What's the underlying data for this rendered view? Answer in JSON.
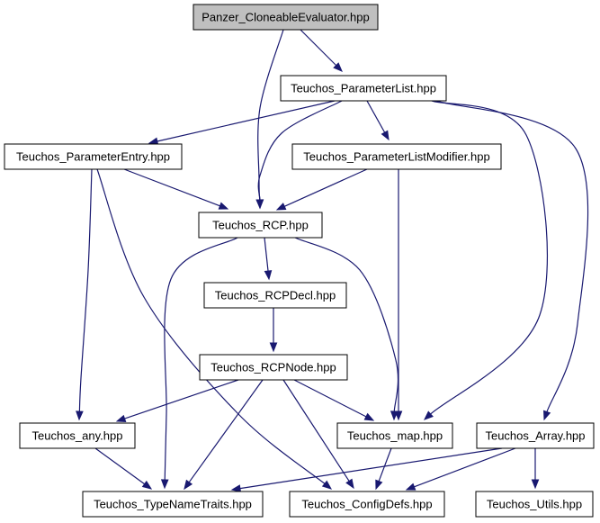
{
  "graph": {
    "edge_color": "#191970",
    "root_fill": "#bfbfbf",
    "node_fill": "#ffffff",
    "nodes": [
      {
        "id": "root",
        "label": "Panzer_CloneableEvaluator.hpp"
      },
      {
        "id": "parameterlist",
        "label": "Teuchos_ParameterList.hpp"
      },
      {
        "id": "parameterentry",
        "label": "Teuchos_ParameterEntry.hpp"
      },
      {
        "id": "parameterlistmodifier",
        "label": "Teuchos_ParameterListModifier.hpp"
      },
      {
        "id": "rcp",
        "label": "Teuchos_RCP.hpp"
      },
      {
        "id": "rcpdecl",
        "label": "Teuchos_RCPDecl.hpp"
      },
      {
        "id": "rcpnode",
        "label": "Teuchos_RCPNode.hpp"
      },
      {
        "id": "any",
        "label": "Teuchos_any.hpp"
      },
      {
        "id": "map",
        "label": "Teuchos_map.hpp"
      },
      {
        "id": "array",
        "label": "Teuchos_Array.hpp"
      },
      {
        "id": "typenametraits",
        "label": "Teuchos_TypeNameTraits.hpp"
      },
      {
        "id": "configdefs",
        "label": "Teuchos_ConfigDefs.hpp"
      },
      {
        "id": "utils",
        "label": "Teuchos_Utils.hpp"
      }
    ],
    "edges": [
      {
        "from": "root",
        "to": "parameterlist"
      },
      {
        "from": "root",
        "to": "rcp"
      },
      {
        "from": "parameterlist",
        "to": "parameterentry"
      },
      {
        "from": "parameterlist",
        "to": "parameterlistmodifier"
      },
      {
        "from": "parameterlist",
        "to": "rcp"
      },
      {
        "from": "parameterlist",
        "to": "map"
      },
      {
        "from": "parameterlist",
        "to": "array"
      },
      {
        "from": "parameterentry",
        "to": "rcp"
      },
      {
        "from": "parameterentry",
        "to": "any"
      },
      {
        "from": "parameterentry",
        "to": "configdefs"
      },
      {
        "from": "parameterlistmodifier",
        "to": "rcp"
      },
      {
        "from": "parameterlistmodifier",
        "to": "map"
      },
      {
        "from": "rcp",
        "to": "rcpdecl"
      },
      {
        "from": "rcp",
        "to": "typenametraits"
      },
      {
        "from": "rcp",
        "to": "map"
      },
      {
        "from": "rcpdecl",
        "to": "rcpnode"
      },
      {
        "from": "rcpnode",
        "to": "any"
      },
      {
        "from": "rcpnode",
        "to": "map"
      },
      {
        "from": "rcpnode",
        "to": "typenametraits"
      },
      {
        "from": "rcpnode",
        "to": "configdefs"
      },
      {
        "from": "any",
        "to": "typenametraits"
      },
      {
        "from": "map",
        "to": "configdefs"
      },
      {
        "from": "array",
        "to": "typenametraits"
      },
      {
        "from": "array",
        "to": "configdefs"
      },
      {
        "from": "array",
        "to": "utils"
      }
    ]
  }
}
